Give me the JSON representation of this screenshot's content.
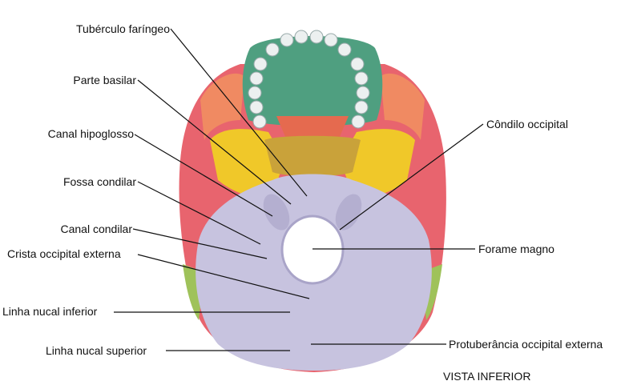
{
  "labels": {
    "tuberculo_faringeo": "Tubérculo faríngeo",
    "parte_basilar": "Parte basilar",
    "canal_hipoglosso": "Canal hipoglosso",
    "fossa_condilar": "Fossa condilar",
    "canal_condilar": "Canal condilar",
    "crista_occipital_externa": "Crista occipital externa",
    "linha_nucal_inferior": "Linha nucal inferior",
    "linha_nucal_superior": "Linha nucal superior",
    "condilo_occipital": "Côndilo occipital",
    "forame_magno": "Forame magno",
    "protuberancia_occipital_externa": "Protuberância occipital externa"
  },
  "caption": "VISTA INFERIOR",
  "colors": {
    "occipital": "#c7c3df",
    "parietal_temporal": "#e8646e",
    "sphenoid": "#f0c829",
    "maxilla_palatine": "#4f9f80",
    "vomer": "#e56a4f",
    "zygomatic": "#f08a62",
    "teeth": "#ecf0f0",
    "leader_line": "#111111"
  }
}
